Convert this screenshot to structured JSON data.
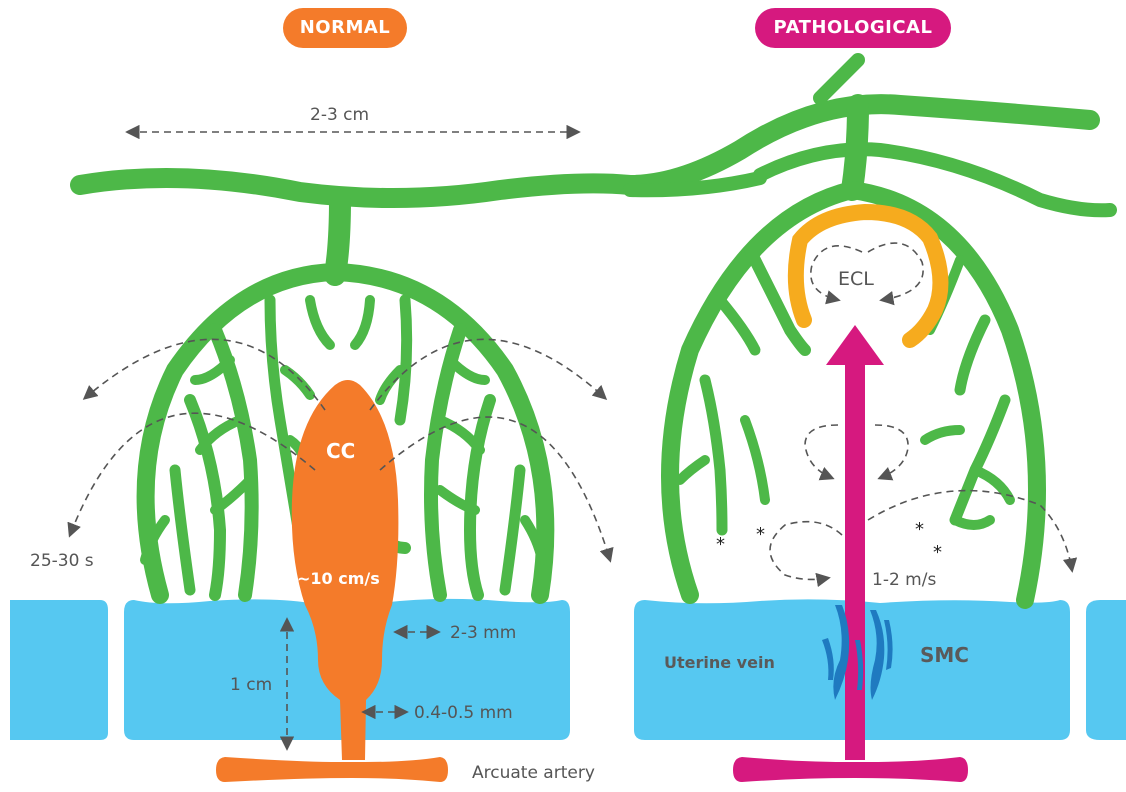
{
  "headers": {
    "normal": "NORMAL",
    "pathological": "PATHOLOGICAL"
  },
  "labels": {
    "width_span": "2-3 cm",
    "cc": "CC",
    "cc_velocity": "~10 cm/s",
    "transit_time": "25-30 s",
    "outer_width": "2-3 mm",
    "artery_length": "1 cm",
    "inner_width": "0.4-0.5 mm",
    "arcuate_artery": "Arcuate artery",
    "ecl": "ECL",
    "jet_velocity": "1-2 m/s",
    "uterine_vein": "Uterine vein",
    "smc": "SMC",
    "asterisk": "*"
  },
  "colors": {
    "villi_green": "#4db848",
    "myometrium_blue": "#56c8f1",
    "normal_orange": "#f47b2a",
    "pathological_magenta": "#d6197f",
    "ecl_amber": "#f6ab1e",
    "smc_blue": "#1f7ac0",
    "arrow_gray": "#555555"
  }
}
